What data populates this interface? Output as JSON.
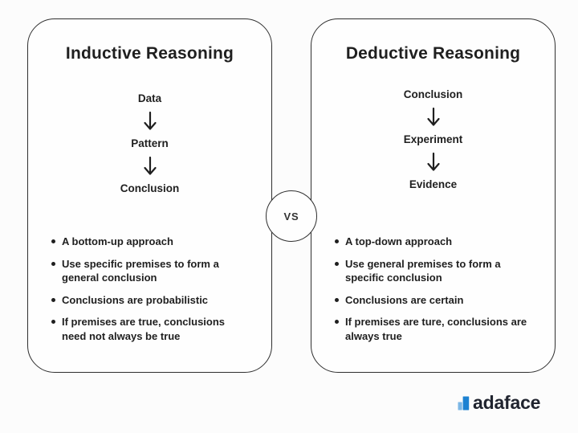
{
  "cards": {
    "left": {
      "title": "Inductive Reasoning",
      "flow": [
        "Data",
        "Pattern",
        "Conclusion"
      ],
      "bullets": [
        "A bottom-up approach",
        "Use specific premises to form a general conclusion",
        "Conclusions are probabilistic",
        "If premises are true, conclusions need not always be true"
      ]
    },
    "right": {
      "title": "Deductive Reasoning",
      "flow": [
        "Conclusion",
        "Experiment",
        "Evidence"
      ],
      "bullets": [
        "A top-down approach",
        "Use general premises to form a specific conclusion",
        "Conclusions are certain",
        "If premises are ture, conclusions are always true"
      ]
    }
  },
  "vs_label": "VS",
  "brand": {
    "name": "adaface",
    "icon": "bar-chart-logo-icon",
    "icon_color_light": "#7cb7e6",
    "icon_color_dark": "#1d82d2",
    "text_color": "#20242f"
  },
  "colors": {
    "background": "#fcfcfc",
    "card_background": "#fefefe",
    "card_border": "#2f2f2f",
    "text": "#1f1f1f"
  }
}
